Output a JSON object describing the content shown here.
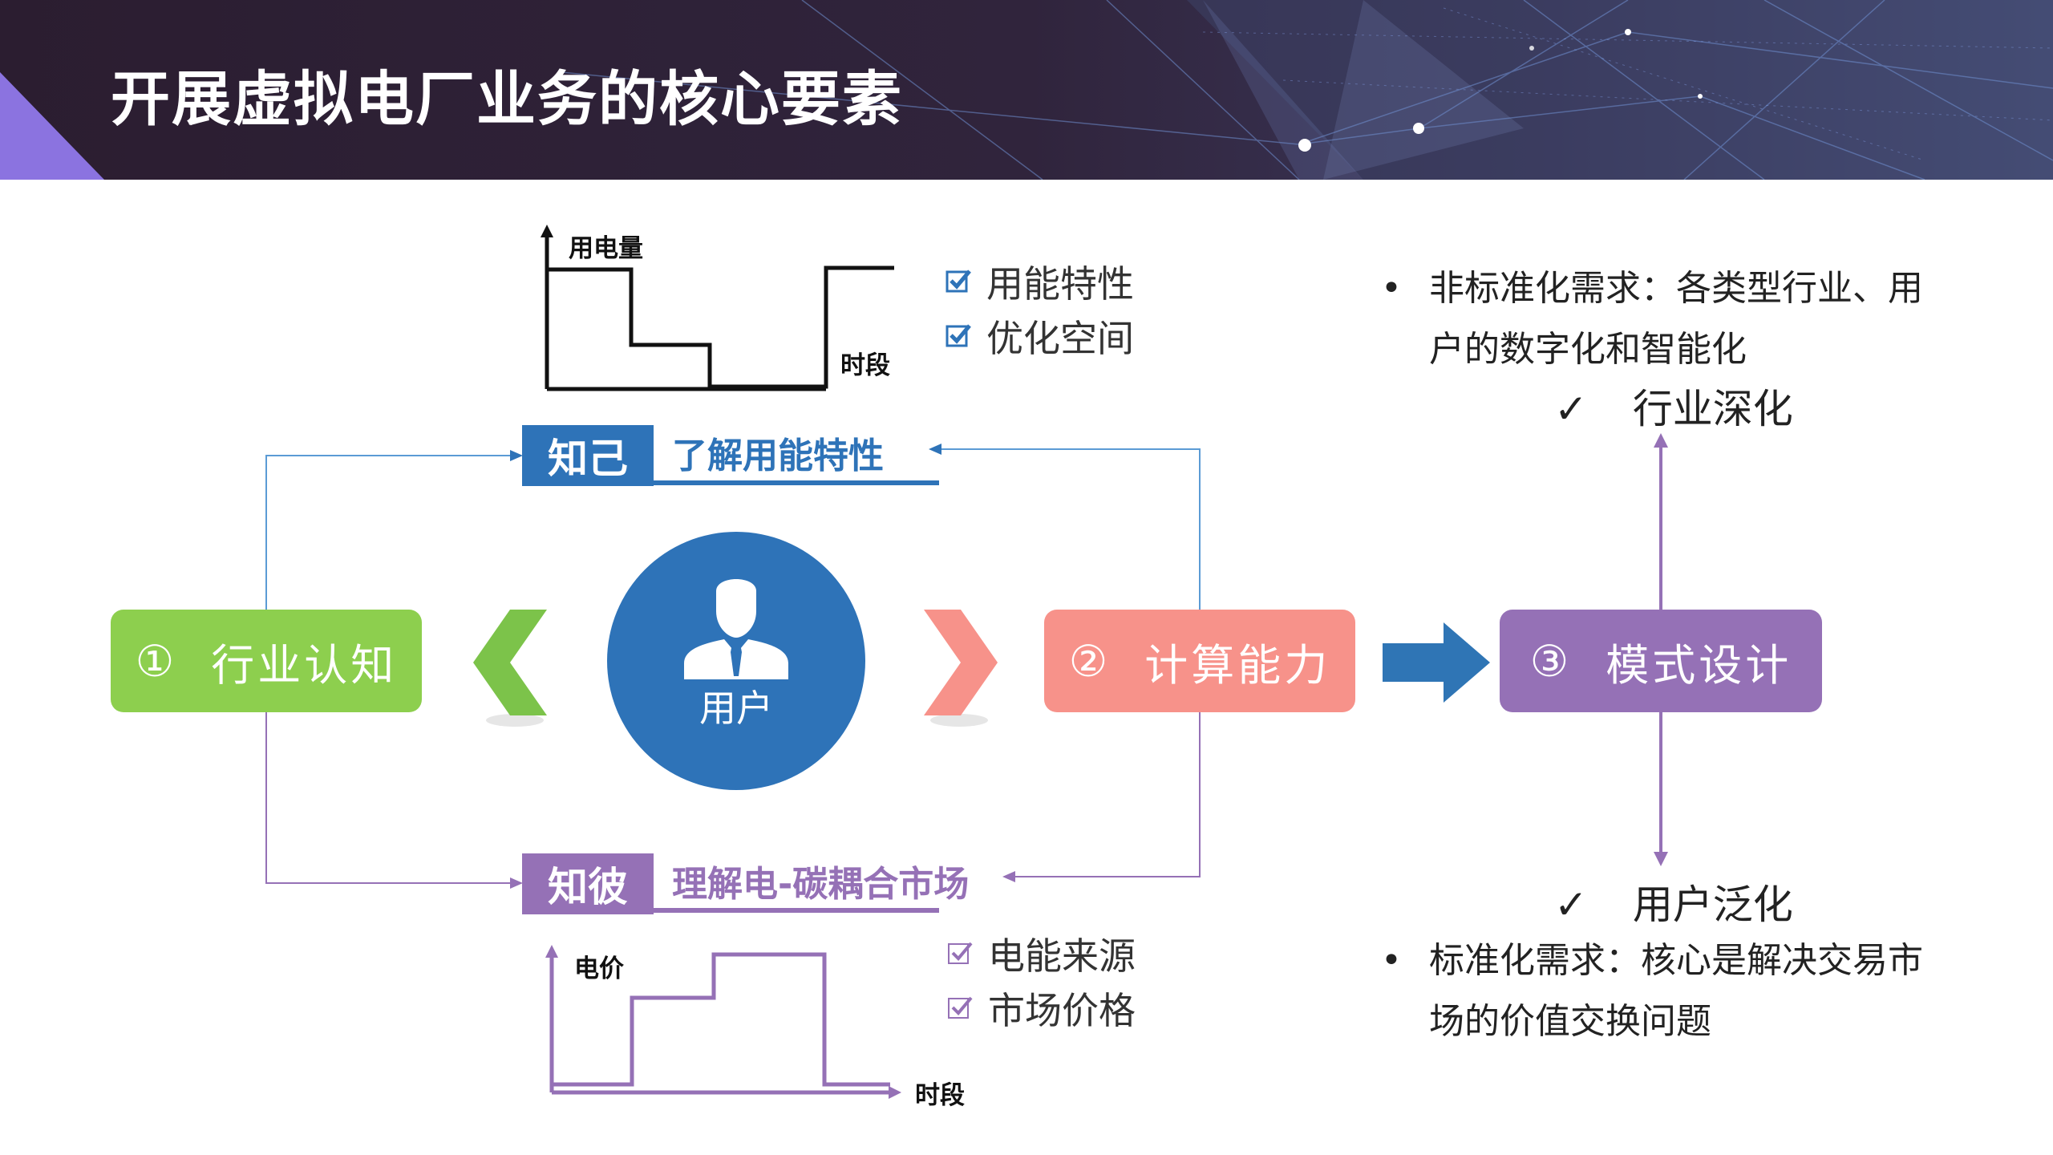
{
  "header": {
    "title": "开展虚拟电厂业务的核心要素"
  },
  "colors": {
    "green": "#8dcf4e",
    "salmon": "#f7928a",
    "purple": "#9571b6",
    "blue": "#2e73b8",
    "arrow_blue": "#2f75b5"
  },
  "steps": [
    {
      "num": "①",
      "label": "行业认知"
    },
    {
      "num": "②",
      "label": "计算能力"
    },
    {
      "num": "③",
      "label": "模式设计"
    }
  ],
  "center": {
    "label": "用户",
    "icon": "person-icon"
  },
  "know_self": {
    "tag": "知己",
    "text": "了解用能特性",
    "chart": {
      "ylabel": "用电量",
      "xlabel": "时段"
    },
    "checks": [
      "用能特性",
      "优化空间"
    ]
  },
  "know_other": {
    "tag": "知彼",
    "text": "理解电-碳耦合市场",
    "chart": {
      "ylabel": "电价",
      "xlabel": "时段"
    },
    "checks": [
      "电能来源",
      "市场价格"
    ]
  },
  "right_panel": {
    "top_bullet": "非标准化需求：各类型行业、用户的数字化和智能化",
    "top_tick": "行业深化",
    "bottom_tick": "用户泛化",
    "bottom_bullet": "标准化需求：核心是解决交易市场的价值交换问题",
    "bullet_mark": "•",
    "tick_mark": "✓"
  }
}
